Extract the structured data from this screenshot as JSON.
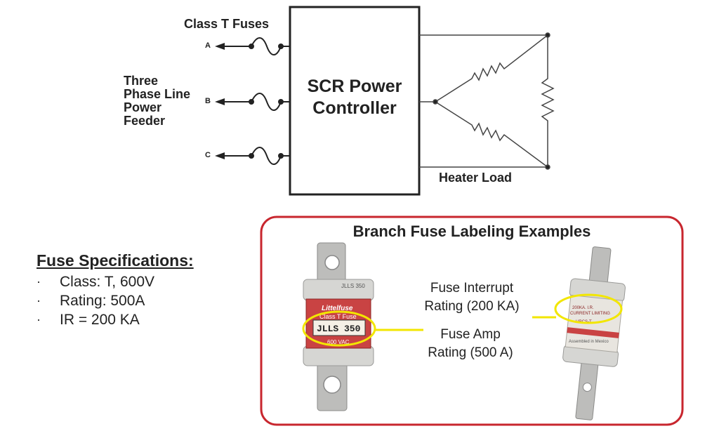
{
  "diagram": {
    "fuse_label": "Class T Fuses",
    "feeder_label": [
      "Three",
      "Phase Line",
      "Power",
      "Feeder"
    ],
    "phases": [
      "A",
      "B",
      "C"
    ],
    "controller_label": [
      "SCR Power",
      "Controller"
    ],
    "load_label": "Heater Load"
  },
  "specs": {
    "title": "Fuse Specifications:",
    "items": [
      "Class: T, 600V",
      "Rating: 500A",
      "IR = 200 KA"
    ]
  },
  "examples": {
    "title": "Branch Fuse Labeling Examples",
    "interrupt_label": [
      "Fuse Interrupt",
      "Rating (200 KA)"
    ],
    "amp_label": [
      "Fuse Amp",
      "Rating (500 A)"
    ],
    "fuse1": {
      "brand": "Littelfuse",
      "class_text": "Class T Fuse",
      "model": "JLLS 350",
      "voltage": "600 VAC",
      "cap_text": "JLLS 350"
    },
    "fuse2": {
      "line1": "200KA. I.R.",
      "line2": "CURRENT LIMITING",
      "line3": "HRCS-T",
      "line4": "Assembled in Mexico"
    }
  },
  "colors": {
    "callout_border": "#c8262e",
    "highlight": "#f2e600",
    "label_red": "#d42a2a",
    "metal": "#c9c9c7"
  }
}
